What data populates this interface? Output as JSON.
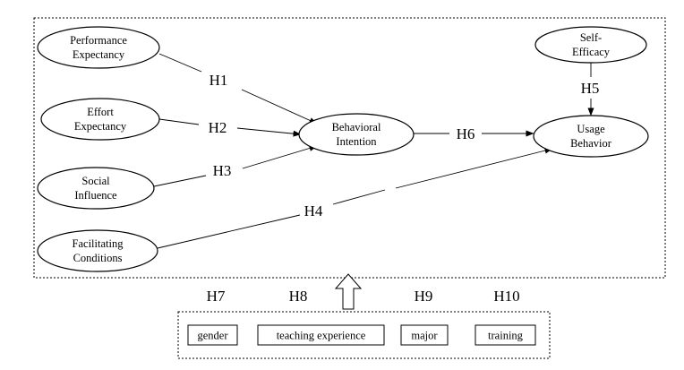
{
  "constructs": {
    "performance_expectancy": [
      "Performance",
      "Expectancy"
    ],
    "effort_expectancy": [
      "Effort",
      "Expectancy"
    ],
    "social_influence": [
      "Social",
      "Influence"
    ],
    "facilitating_conditions": [
      "Facilitating",
      "Conditions"
    ],
    "behavioral_intention": [
      "Behavioral",
      "Intention"
    ],
    "self_efficacy": [
      "Self-",
      "Efficacy"
    ],
    "usage_behavior": [
      "Usage",
      "Behavior"
    ]
  },
  "hypotheses": {
    "h1": "H1",
    "h2": "H2",
    "h3": "H3",
    "h4": "H4",
    "h5": "H5",
    "h6": "H6",
    "h7": "H7",
    "h8": "H8",
    "h9": "H9",
    "h10": "H10"
  },
  "moderators": {
    "gender": "gender",
    "teaching_experience": "teaching experience",
    "major": "major",
    "training": "training"
  }
}
